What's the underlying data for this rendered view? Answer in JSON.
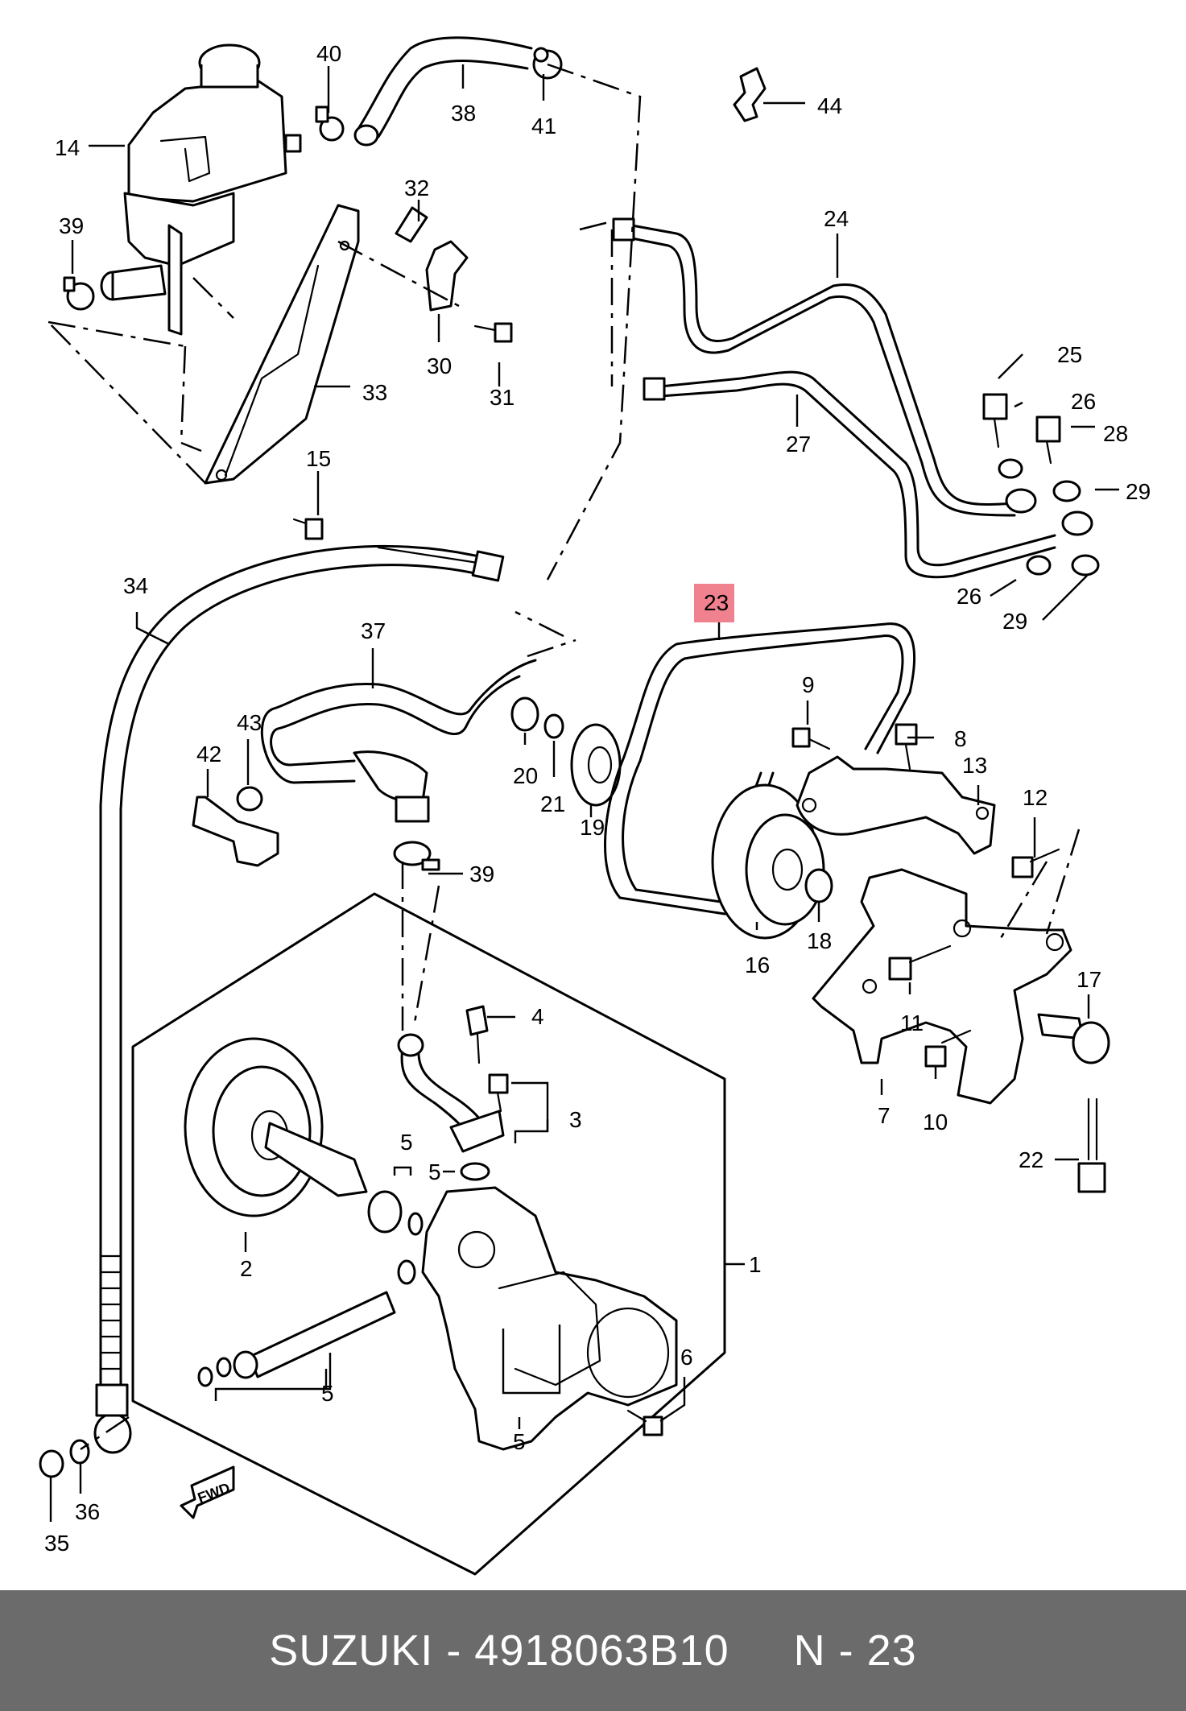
{
  "diagram": {
    "highlight_color": "#f0818f",
    "labels": {
      "l1": "1",
      "l2": "2",
      "l3": "3",
      "l4": "4",
      "l5a": "5",
      "l5b": "5",
      "l5c": "5",
      "l5d": "5",
      "l6": "6",
      "l7": "7",
      "l8": "8",
      "l9": "9",
      "l10": "10",
      "l11": "11",
      "l12": "12",
      "l13": "13",
      "l14": "14",
      "l15": "15",
      "l16": "16",
      "l17": "17",
      "l18": "18",
      "l19": "19",
      "l20": "20",
      "l21": "21",
      "l22": "22",
      "l23": "23",
      "l24": "24",
      "l25": "25",
      "l26a": "26",
      "l26b": "26",
      "l27": "27",
      "l28": "28",
      "l29a": "29",
      "l29b": "29",
      "l30": "30",
      "l31": "31",
      "l32": "32",
      "l33": "33",
      "l34": "34",
      "l35": "35",
      "l36": "36",
      "l37": "37",
      "l38": "38",
      "l39a": "39",
      "l39b": "39",
      "l40": "40",
      "l41": "41",
      "l42": "42",
      "l43": "43",
      "l44": "44"
    },
    "fwd_text": "FWD"
  },
  "footer": {
    "text": "SUZUKI - 4918063B10     N - 23",
    "background": "#6b6b6b"
  }
}
